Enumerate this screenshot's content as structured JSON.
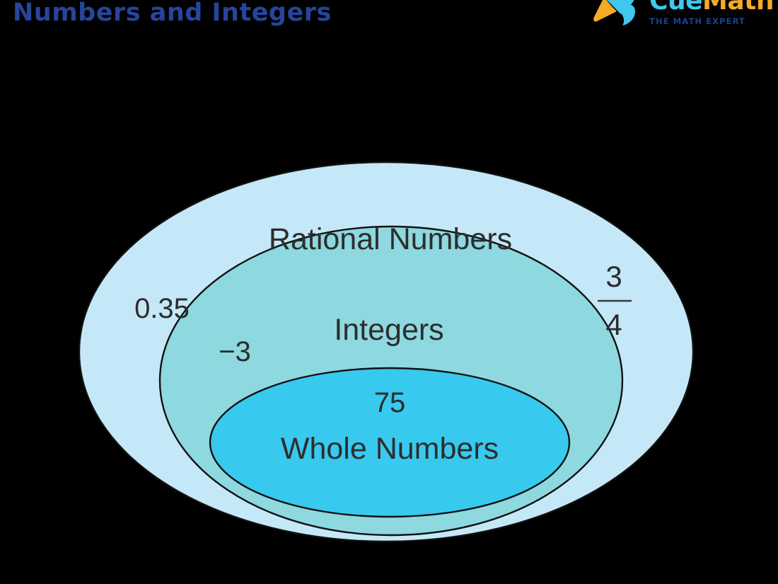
{
  "header": {
    "title": "Numbers and Integers",
    "title_color": "#26459b",
    "brand": {
      "wordmark_part1": "Cue",
      "wordmark_part2": "Math",
      "tagline": "THE MATH EXPERT",
      "mark_icon": "rocket-icon",
      "mark_color_primary": "#3fc8ee",
      "mark_color_secondary": "#f5ab27"
    }
  },
  "diagram": {
    "type": "nested-set-venn",
    "background_color": "#000000",
    "outline_color": "#111111",
    "label_color": "#2d2d2d",
    "sets": [
      {
        "id": "rational-numbers",
        "label": "Rational Numbers",
        "fill_color": "#c5e8f8",
        "level": 1,
        "examples": [
          "0.35",
          "3/4"
        ]
      },
      {
        "id": "integers",
        "label": "Integers",
        "fill_color": "#8ed8e0",
        "level": 2,
        "examples": [
          "−3"
        ]
      },
      {
        "id": "whole-numbers",
        "label": "Whole Numbers",
        "fill_color": "#38c9ee",
        "level": 3,
        "examples": [
          "75"
        ]
      }
    ],
    "labels": {
      "rational_title": "Rational Numbers",
      "integers_title": "Integers",
      "whole_title": "Whole Numbers",
      "example_decimal": "0.35",
      "example_negative": "−3",
      "example_whole": "75",
      "fraction_numerator": "3",
      "fraction_denominator": "4"
    }
  }
}
